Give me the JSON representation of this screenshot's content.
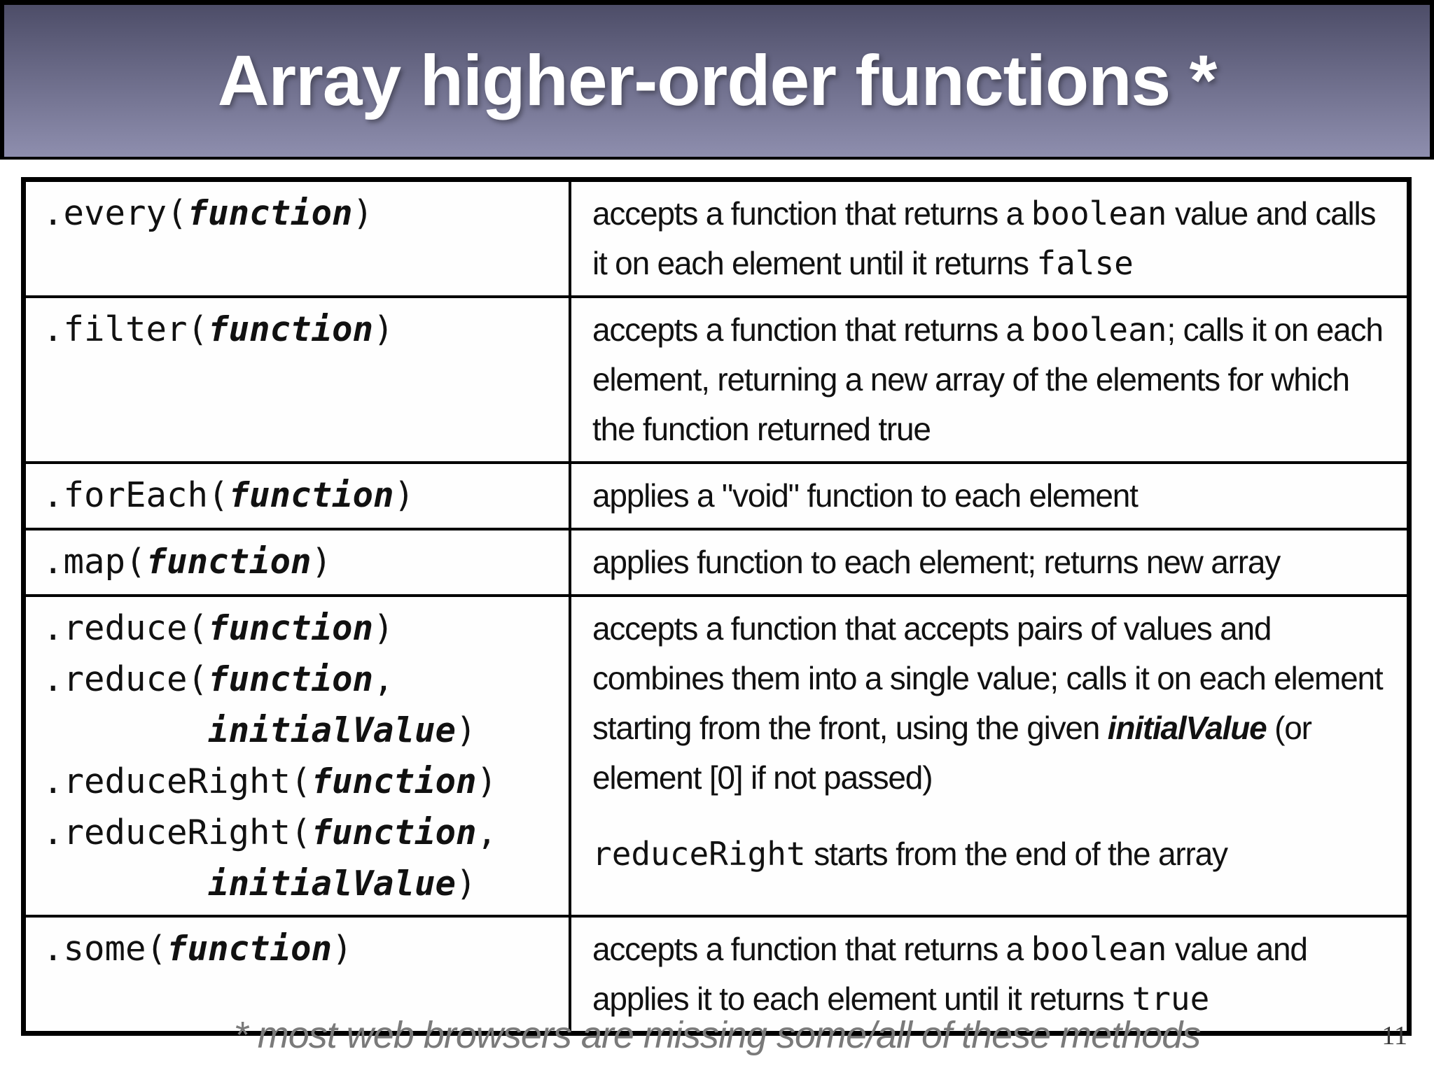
{
  "header": {
    "title": "Array higher-order functions *"
  },
  "footer": {
    "footnote": "* most web browsers are missing some/all of these methods",
    "page_number": "11"
  },
  "colors": {
    "header_gradient_top": "#4d4d68",
    "header_gradient_bottom": "#8e8eae",
    "title_text": "#ffffff",
    "table_border": "#000000",
    "body_text": "#111111",
    "footnote_text": "#7a7a7a",
    "page_number_text": "#3a3a3a"
  },
  "table": {
    "rows": [
      {
        "signature": [
          [
            "m",
            ".every("
          ],
          [
            "mb",
            "function"
          ],
          [
            "m",
            ")"
          ]
        ],
        "description": [
          [
            [
              "p",
              "accepts a function that returns a "
            ],
            [
              "m",
              "boolean"
            ],
            [
              "p",
              " value and calls it on each element until it returns "
            ],
            [
              "m",
              "false"
            ]
          ]
        ]
      },
      {
        "signature": [
          [
            "m",
            ".filter("
          ],
          [
            "mb",
            "function"
          ],
          [
            "m",
            ")"
          ]
        ],
        "description": [
          [
            [
              "p",
              "accepts a function that returns a "
            ],
            [
              "m",
              "boolean"
            ],
            [
              "p",
              "; calls it on each element, returning a new array of the elements for which the function returned true"
            ]
          ]
        ]
      },
      {
        "signature": [
          [
            "m",
            ".forEach("
          ],
          [
            "mb",
            "function"
          ],
          [
            "m",
            ")"
          ]
        ],
        "description": [
          [
            [
              "p",
              "applies a \"void\" function to each element"
            ]
          ]
        ]
      },
      {
        "signature": [
          [
            "m",
            ".map("
          ],
          [
            "mb",
            "function"
          ],
          [
            "m",
            ")"
          ]
        ],
        "description": [
          [
            [
              "p",
              "applies function to each element; returns new array"
            ]
          ]
        ]
      },
      {
        "signature": [
          [
            "m",
            ".reduce("
          ],
          [
            "mb",
            "function"
          ],
          [
            "m",
            ")\n.reduce("
          ],
          [
            "mb",
            "function"
          ],
          [
            "m",
            ",\n        "
          ],
          [
            "mb",
            "initialValue"
          ],
          [
            "m",
            ")\n.reduceRight("
          ],
          [
            "mb",
            "function"
          ],
          [
            "m",
            ")\n.reduceRight("
          ],
          [
            "mb",
            "function"
          ],
          [
            "m",
            ",\n        "
          ],
          [
            "mb",
            "initialValue"
          ],
          [
            "m",
            ")"
          ]
        ],
        "description": [
          [
            [
              "p",
              "accepts a function that accepts pairs of values and combines them into a single value; calls it on each element starting from the front, using the given "
            ],
            [
              "bi",
              "initialValue"
            ],
            [
              "p",
              " (or element [0] if not passed)"
            ]
          ],
          [
            [
              "m",
              "reduceRight"
            ],
            [
              "p",
              " starts from the end of the array"
            ]
          ]
        ]
      },
      {
        "signature": [
          [
            "m",
            ".some("
          ],
          [
            "mb",
            "function"
          ],
          [
            "m",
            ")"
          ]
        ],
        "description": [
          [
            [
              "p",
              "accepts a function that returns a "
            ],
            [
              "m",
              "boolean"
            ],
            [
              "p",
              " value and applies it to each element until it returns "
            ],
            [
              "m",
              "true"
            ]
          ]
        ]
      }
    ]
  }
}
